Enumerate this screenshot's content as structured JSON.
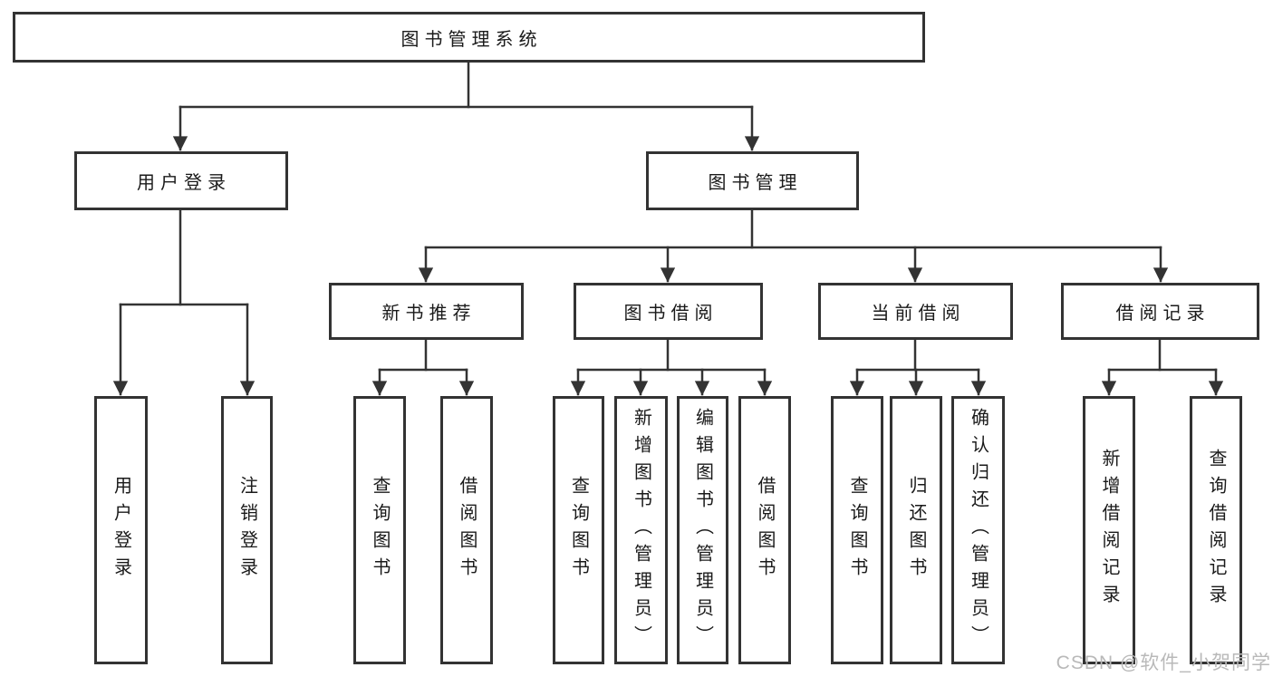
{
  "tree": {
    "label": "图书管理系统",
    "children": [
      {
        "label": "用户登录",
        "children": [
          {
            "label": "用户登录"
          },
          {
            "label": "注销登录"
          }
        ]
      },
      {
        "label": "图书管理",
        "children": [
          {
            "label": "新书推荐",
            "children": [
              {
                "label": "查询图书"
              },
              {
                "label": "借阅图书"
              }
            ]
          },
          {
            "label": "图书借阅",
            "children": [
              {
                "label": "查询图书"
              },
              {
                "label": "新增图书（管理员）"
              },
              {
                "label": "编辑图书（管理员）"
              },
              {
                "label": "借阅图书"
              }
            ]
          },
          {
            "label": "当前借阅",
            "children": [
              {
                "label": "查询图书"
              },
              {
                "label": "归还图书"
              },
              {
                "label": "确认归还（管理员）"
              }
            ]
          },
          {
            "label": "借阅记录",
            "children": [
              {
                "label": "新增借阅记录"
              },
              {
                "label": "查询借阅记录"
              }
            ]
          }
        ]
      }
    ]
  },
  "watermark": {
    "text": "CSDN @软件_小贺同学"
  },
  "colors": {
    "line": "#333333",
    "text": "#1a1a1a",
    "box_background": "#ffffff",
    "background": "#ffffff",
    "watermark": "#b9b9b9"
  }
}
